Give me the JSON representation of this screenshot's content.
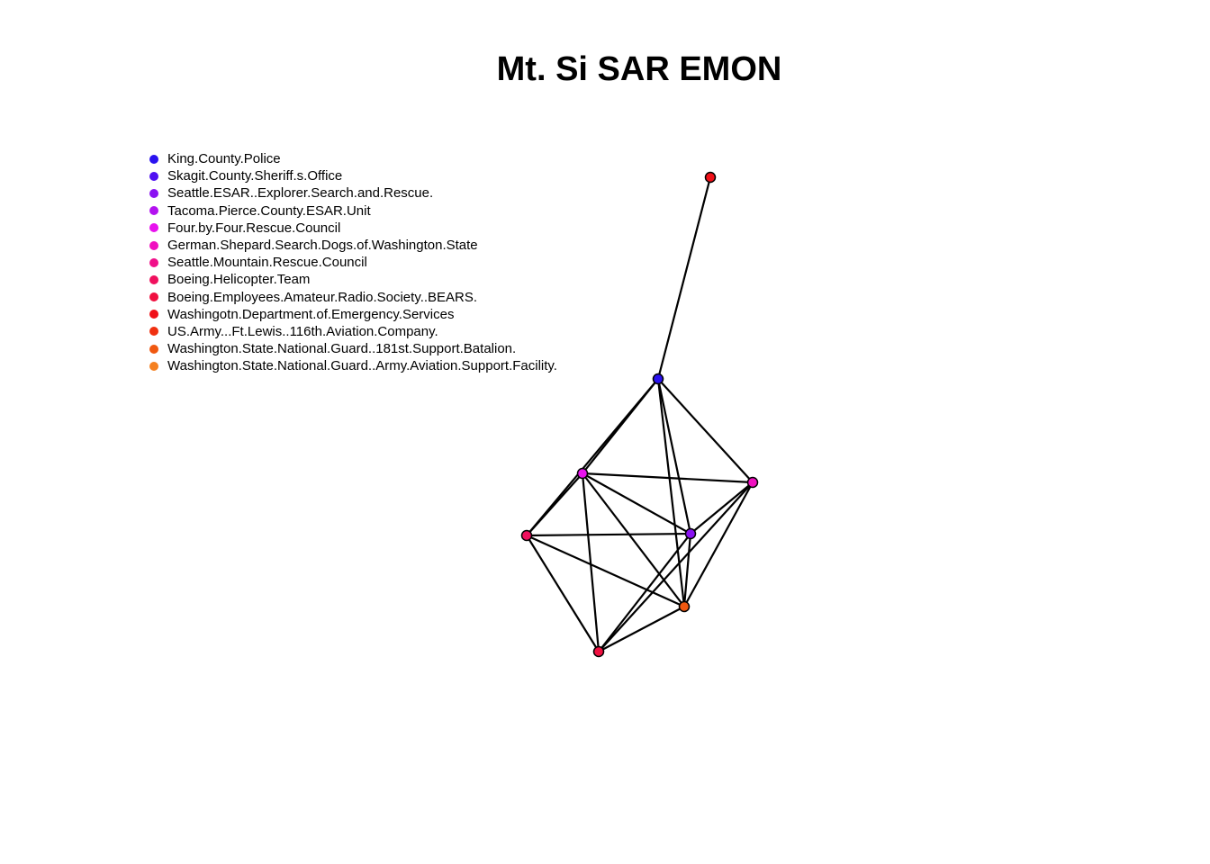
{
  "title": "Mt. Si SAR EMON",
  "legend": [
    {
      "label": "King.County.Police",
      "color": "#2A12F0"
    },
    {
      "label": "Skagit.County.Sheriff.s.Office",
      "color": "#4F10F2"
    },
    {
      "label": "Seattle.ESAR..Explorer.Search.and.Rescue.",
      "color": "#8A12F2"
    },
    {
      "label": "Tacoma.Pierce.County.ESAR.Unit",
      "color": "#B312F0"
    },
    {
      "label": "Four.by.Four.Rescue.Council",
      "color": "#E812EE"
    },
    {
      "label": "German.Shepard.Search.Dogs.of.Washington.State",
      "color": "#F010C0"
    },
    {
      "label": "Seattle.Mountain.Rescue.Council",
      "color": "#F0108A"
    },
    {
      "label": "Boeing.Helicopter.Team",
      "color": "#F0105E"
    },
    {
      "label": "Boeing.Employees.Amateur.Radio.Society..BEARS.",
      "color": "#F01040"
    },
    {
      "label": "Washingotn.Department.of.Emergency.Services",
      "color": "#F01018"
    },
    {
      "label": "US.Army...Ft.Lewis..116th.Aviation.Company.",
      "color": "#F03010"
    },
    {
      "label": "Washington.State.National.Guard..181st.Support.Batalion.",
      "color": "#F05810"
    },
    {
      "label": "Washington.State.National.Guard..Army.Aviation.Support.Facility.",
      "color": "#F58020"
    }
  ],
  "graph": {
    "nodes": [
      {
        "id": "A",
        "color": "#F01018"
      },
      {
        "id": "B",
        "color": "#2A12F0"
      },
      {
        "id": "C",
        "color": "#E812EE"
      },
      {
        "id": "D",
        "color": "#F010C0"
      },
      {
        "id": "E",
        "color": "#F0105E"
      },
      {
        "id": "F",
        "color": "#8A12F2"
      },
      {
        "id": "G",
        "color": "#F05810"
      },
      {
        "id": "H",
        "color": "#F01040"
      }
    ],
    "edges": [
      [
        "A",
        "B"
      ],
      [
        "B",
        "C"
      ],
      [
        "B",
        "D"
      ],
      [
        "B",
        "E"
      ],
      [
        "B",
        "F"
      ],
      [
        "B",
        "G"
      ],
      [
        "C",
        "D"
      ],
      [
        "C",
        "E"
      ],
      [
        "C",
        "F"
      ],
      [
        "C",
        "G"
      ],
      [
        "C",
        "H"
      ],
      [
        "D",
        "F"
      ],
      [
        "D",
        "G"
      ],
      [
        "D",
        "H"
      ],
      [
        "E",
        "F"
      ],
      [
        "E",
        "G"
      ],
      [
        "E",
        "H"
      ],
      [
        "F",
        "G"
      ],
      [
        "F",
        "H"
      ],
      [
        "G",
        "H"
      ]
    ]
  }
}
